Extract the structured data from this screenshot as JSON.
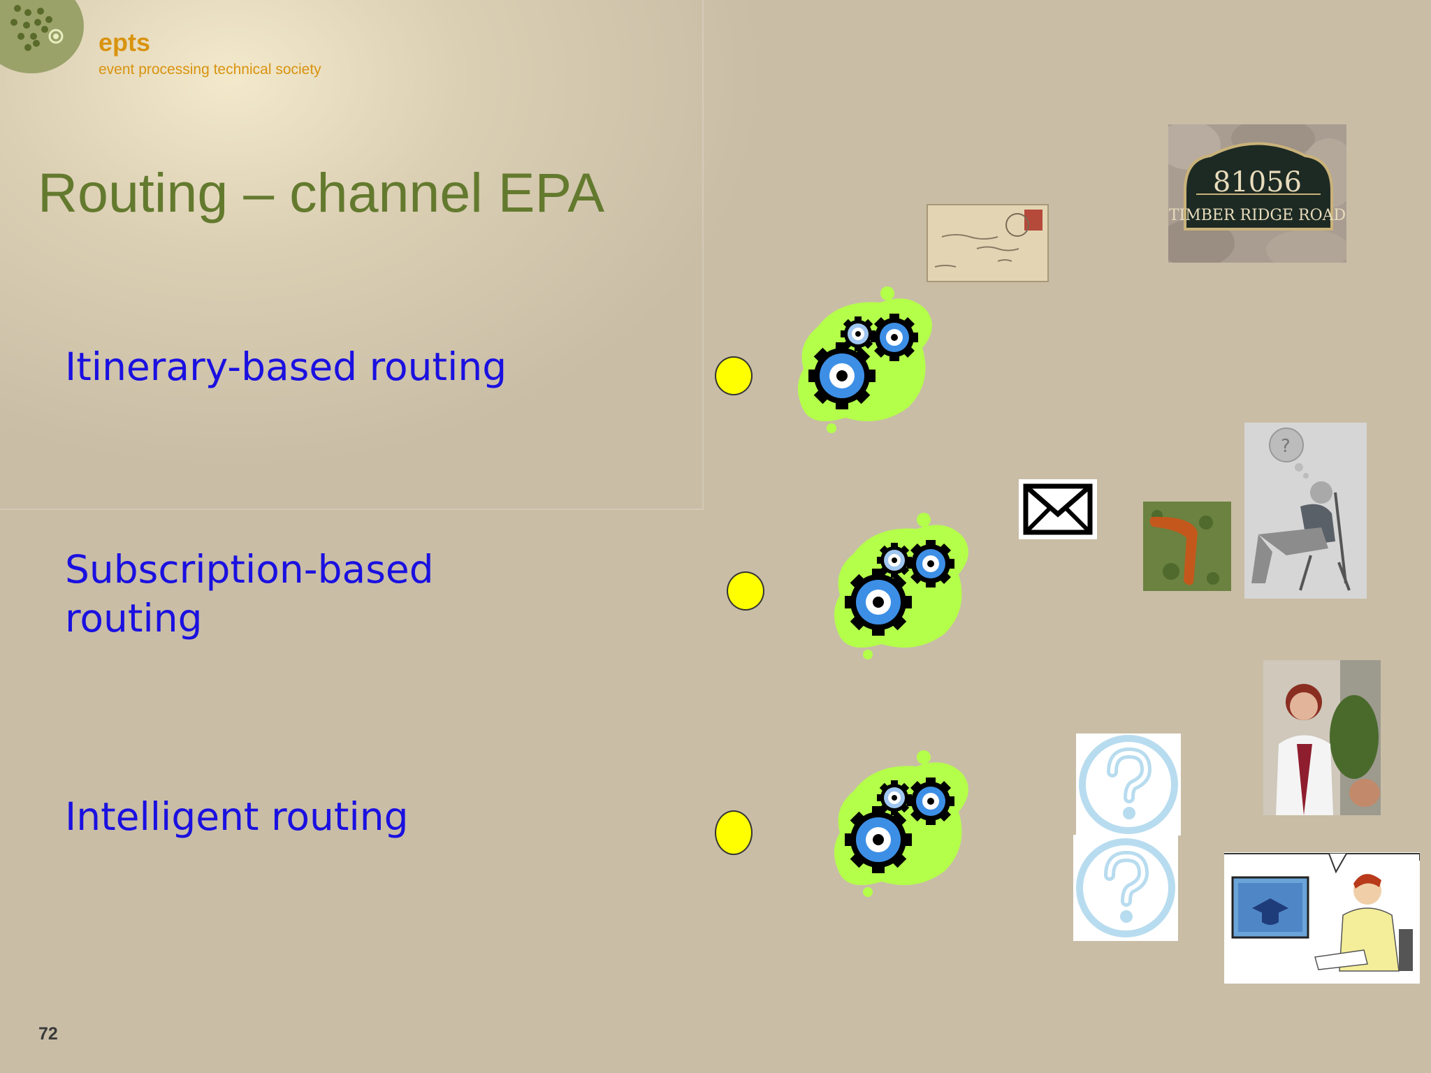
{
  "header": {
    "brand": "epts",
    "brand_subtitle": "event processing technical society"
  },
  "slide": {
    "title": "Routing – channel EPA",
    "items": [
      {
        "label": "Itinerary-based routing"
      },
      {
        "label": "Subscription-based routing"
      },
      {
        "label": "Intelligent routing"
      }
    ],
    "page_number": "72"
  },
  "graphics": {
    "address_plaque": {
      "number": "81056",
      "street": "TIMBER RIDGE ROAD"
    }
  },
  "colors": {
    "title": "#637a2e",
    "items": "#1a10e0",
    "brand": "#d9930f",
    "gear_blob": "#b4ff4a",
    "gear_blue": "#3d8fe6",
    "event_dot": "#ffff00",
    "background": "#c9bda6"
  }
}
